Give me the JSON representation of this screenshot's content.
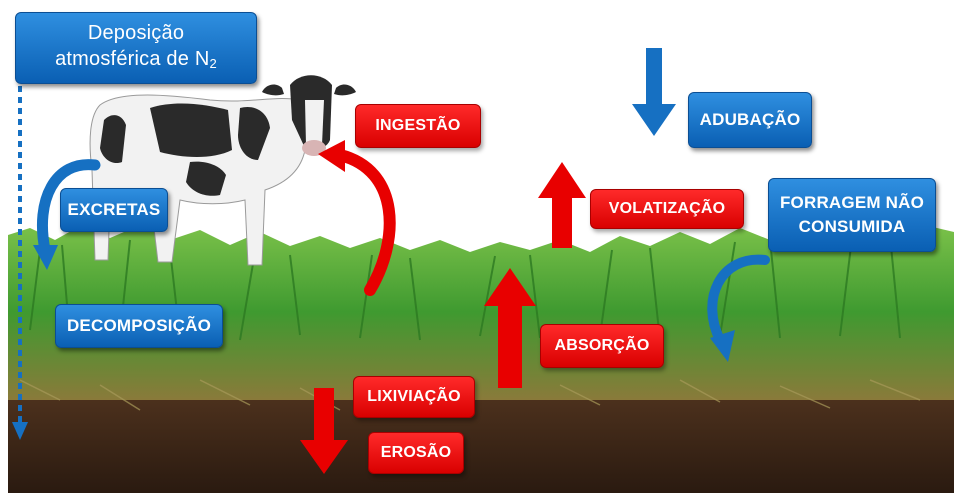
{
  "labels": {
    "deposicao_line1": "Deposição",
    "deposicao_line2": "atmosférica de N",
    "deposicao_sub": "2",
    "excretas": "EXCRETAS",
    "decomposicao": "DECOMPOSIÇÃO",
    "ingestao": "INGESTÃO",
    "volatizacao": "VOLATIZAÇÃO",
    "adubacao": "ADUBAÇÃO",
    "forragem_line1": "FORRAGEM NÃO",
    "forragem_line2": "CONSUMIDA",
    "absorcao": "ABSORÇÃO",
    "lixiviacao": "LIXIVIAÇÃO",
    "erosao": "EROSÃO"
  },
  "colors": {
    "blue_label": "#1a72c8",
    "red_label": "#f00000",
    "blue_arrow": "#1670c2",
    "red_arrow": "#f20000",
    "grass": "#4da63a",
    "soil": "#3a2418"
  }
}
